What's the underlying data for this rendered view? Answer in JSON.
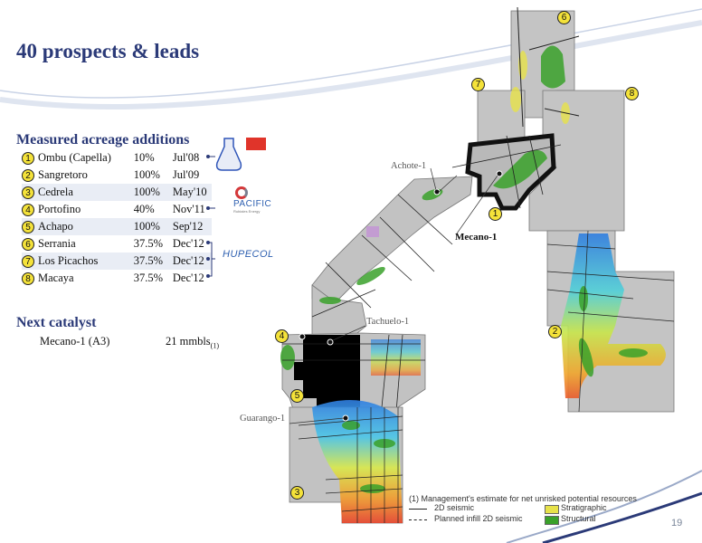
{
  "title": "40 prospects & leads",
  "acreage": {
    "heading": "Measured acreage additions",
    "rows": [
      {
        "num": "1",
        "name": "Ombu (Capella)",
        "pct": "10%",
        "date": "Jul'08"
      },
      {
        "num": "2",
        "name": "Sangretoro",
        "pct": "100%",
        "date": "Jul'09"
      },
      {
        "num": "3",
        "name": "Cedrela",
        "pct": "100%",
        "date": "May'10"
      },
      {
        "num": "4",
        "name": "Portofino",
        "pct": "40%",
        "date": "Nov'11"
      },
      {
        "num": "5",
        "name": "Achapo",
        "pct": "100%",
        "date": "Sep'12"
      },
      {
        "num": "6",
        "name": "Serrania",
        "pct": "37.5%",
        "date": "Dec'12"
      },
      {
        "num": "7",
        "name": "Los Picachos",
        "pct": "37.5%",
        "date": "Dec'12"
      },
      {
        "num": "8",
        "name": "Macaya",
        "pct": "37.5%",
        "date": "Dec'12"
      }
    ]
  },
  "logos": {
    "pacific_name": "PACIFIC",
    "pacific_sub": "Rubiales Energy",
    "hupecol": "HUPECOL"
  },
  "catalyst": {
    "heading": "Next catalyst",
    "name": "Mecano-1 (A3)",
    "value": "21 mmbls",
    "footnote_ref": "(1)"
  },
  "map": {
    "labels": {
      "achote": "Achote-1",
      "mecano": "Mecano-1",
      "tachuelo": "Tachuelo-1",
      "guarango": "Guarango-1"
    },
    "markers": [
      "1",
      "2",
      "3",
      "4",
      "5",
      "6",
      "7",
      "8"
    ]
  },
  "legend": {
    "footnote": "(1)    Management's estimate for net unrisked potential resources",
    "seismic": "2D seismic",
    "infill": "Planned infill 2D seismic",
    "stratigraphic": "Stratigraphic",
    "structural": "Structural"
  },
  "colors": {
    "title": "#2b3a78",
    "marker": "#f4e23a",
    "block": "#bdbdbd",
    "structural": "#3aa12a",
    "stratigraphic": "#e7e24a"
  },
  "page_number": "19"
}
